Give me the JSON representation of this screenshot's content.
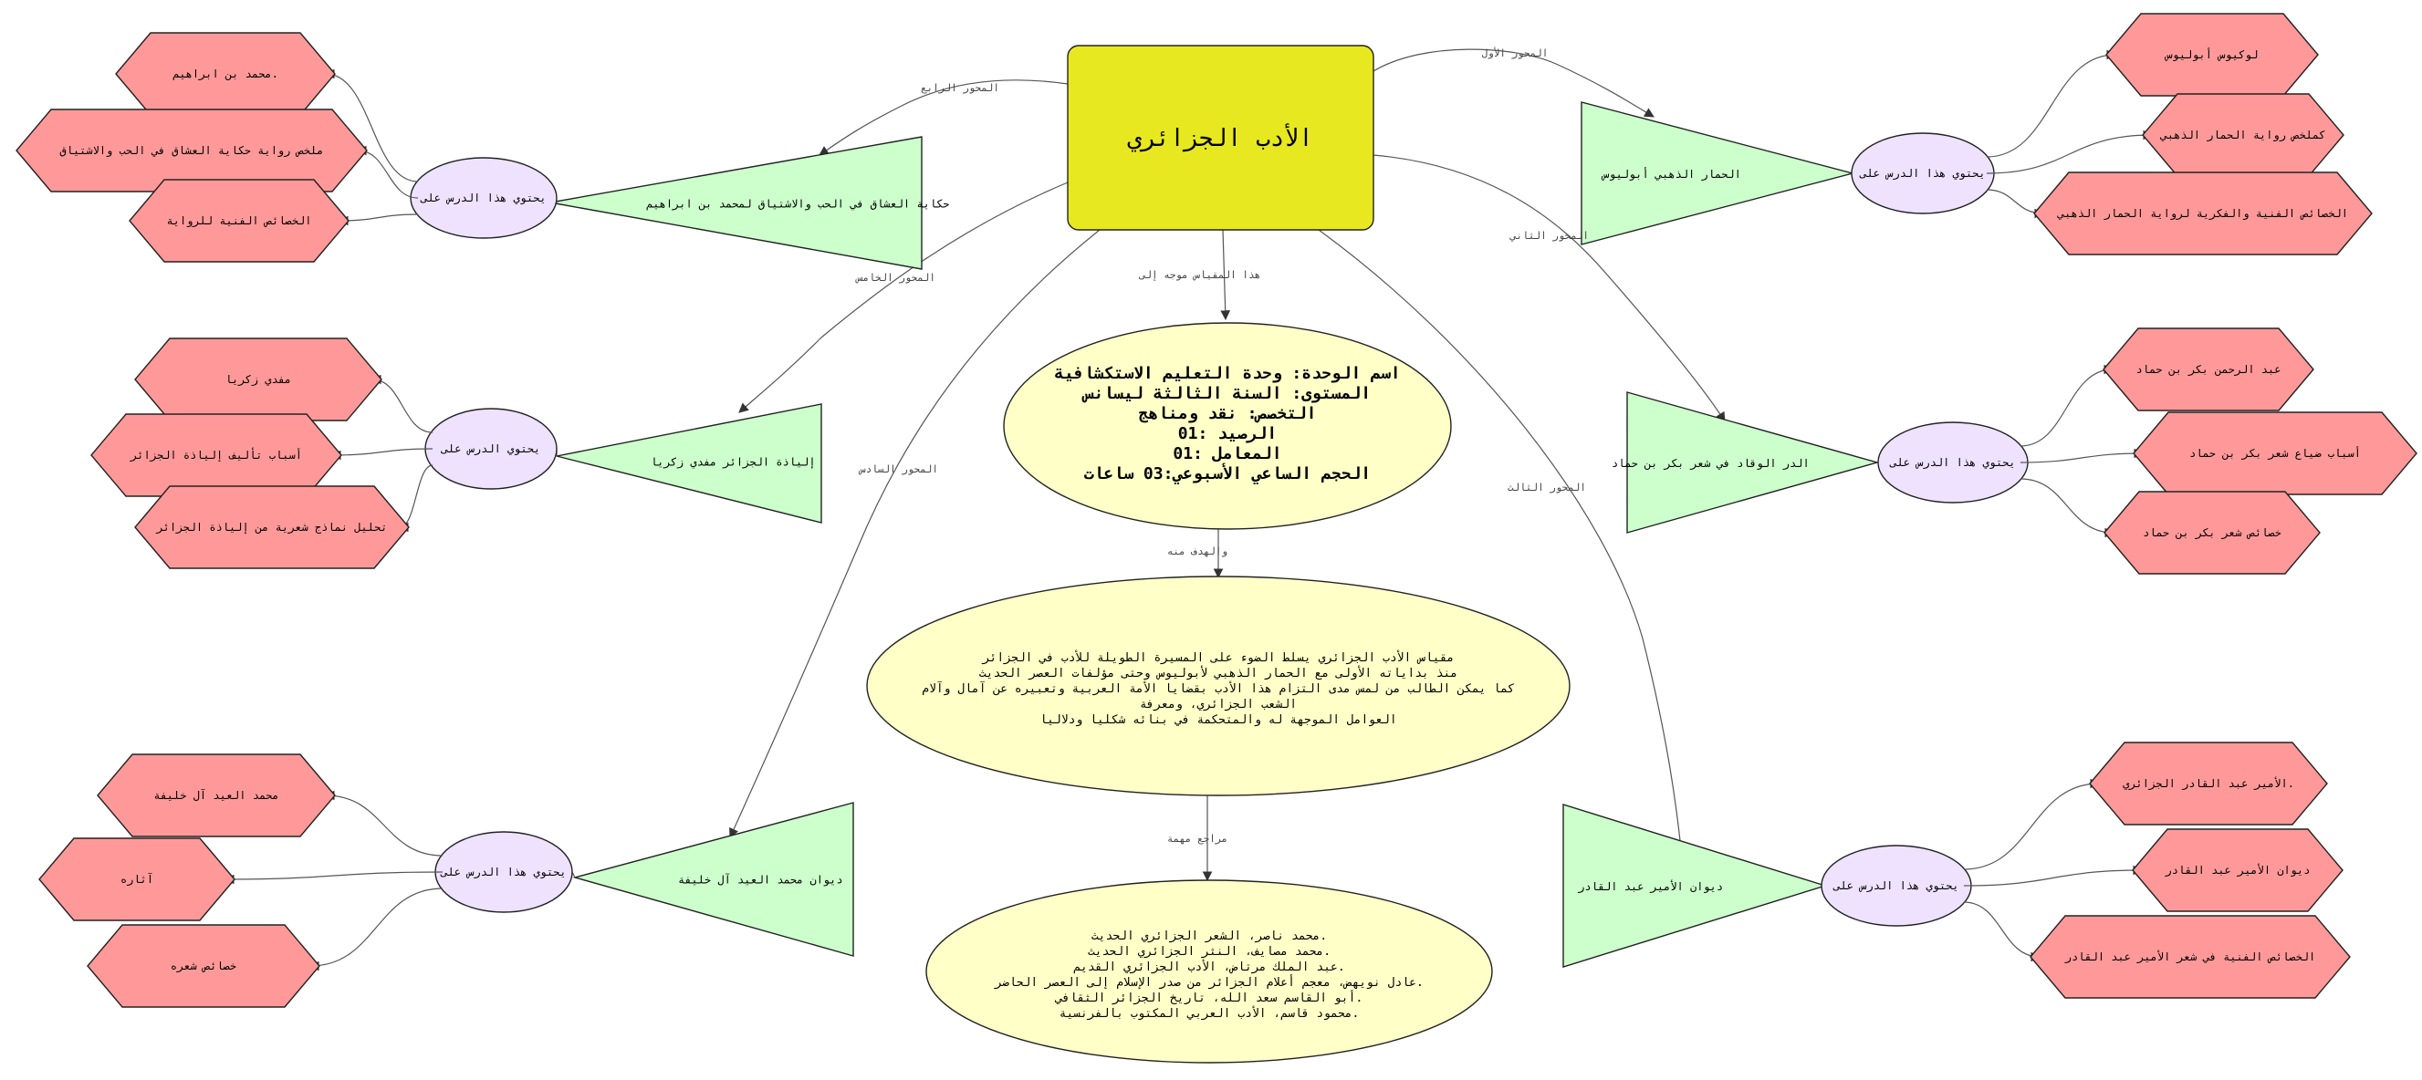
{
  "colors": {
    "main": "#e8e820",
    "ellipse": "#ffffc8",
    "triangle": "#ccffcc",
    "hexagon": "#ff9999",
    "content": "#eee2ff"
  },
  "main_title": "الأدب الجزائري",
  "info": {
    "lines": [
      "اسم الوحدة: وحدة التعليم الاستكشافية",
      "المستوى: السنة الثالثة ليسانس",
      "التخصص: نقد ومناهج",
      "الرصيد :01",
      "المعامل :01",
      "الحجم  الساعي الأسبوعي:03 ساعات"
    ]
  },
  "goal": {
    "lines": [
      "مقياس الأدب الجزائري يسلط الضوء على المسيرة الطويلة للأدب في الجزائر",
      "منذ بداياته الأولى مع الحمار الذهبي لأبوليوس وحتى مؤلفات العصر الحديث",
      "كما يمكن الطالب من لمس مدى التزام هذا الأدب بقضايا الأمة العربية وتعبيره عن آمال وآلام",
      "الشعب الجزائري، ومعرفة",
      "العوامل الموجهة له والمتحكمة في بنائه شكليا ودلاليا"
    ]
  },
  "references": {
    "lines": [
      "محمد ناصر، الشعر الجزائري الحديث.",
      "محمد مصايف، النثر الجزائري الحديث.",
      "عبد الملك مرتاض، الأدب الجزائري القديم.",
      "عادل نويهض، معجم أعلام الجزائر من صدر الإسلام إلى العصر الحاضر.",
      "أبو القاسم سعد الله، تاريخ الجزائر الثقافي.",
      "محمود قاسم، الأدب العربي المكتوب بالفرنسية."
    ]
  },
  "edge_labels": {
    "main_to_info": "هذا المقياس موجه إلى",
    "info_to_goal": "والهدف منه",
    "goal_to_refs": "مراجع مهمة"
  },
  "contains_label": "يحتوي هذا الدرس على",
  "axes": [
    {
      "label": "المحور الأول",
      "title": "الحمار الذهبي أبوليوس",
      "contains": "يحتوي هذا الدرس على",
      "topics": [
        "لوكيوس أبوليوس",
        "كملخص رواية الحمار الذهبي",
        "الخصائص الفنية والفكرية لرواية الحمار الذهبي"
      ]
    },
    {
      "label": "المحور الثاني",
      "title": "الدر الوقاد في شعر بكر بن حماد",
      "contains": "يحتوي هذا الدرس على",
      "topics": [
        "عبد الرحمن بكر بن حماد",
        "أسباب ضياع شعر بكر بن حماد",
        "خصائص شعر بكر بن حماد"
      ]
    },
    {
      "label": "المحور الثالث",
      "title": "ديوان الأمير عبد القادر",
      "contains": "يحتوي هذا الدرس على",
      "topics": [
        "الأمير عبد القادر الجزائري.",
        "ديوان الأمير عبد القادر",
        "الخصائص الفنية في شعر الأمير عبد القادر"
      ]
    },
    {
      "label": "المحور الرابع",
      "title": "حكاية العشاق في الحب والاشتياق لمحمد بن ابراهيم",
      "contains": "يحتوي هذا الدرس على",
      "topics": [
        "محمد بن ابراهيم.",
        "ملخص رواية حكاية العشاق في الحب والاشتياق",
        "الخصائص الفنية للرواية"
      ]
    },
    {
      "label": "المحور الخامس",
      "title": "إلياذة الجزائر مفدي زكريا",
      "contains": "يحتوي الدرس على",
      "topics": [
        "مفدي زكريا",
        "أسباب تأليف إلياذة الجزائر",
        "تحليل نماذج شعرية من إلياذة الجزائر"
      ]
    },
    {
      "label": "المحور السادس",
      "title": "ديوان محمد العيد آل خليفة",
      "contains": "يحتوي هذا الدرس على",
      "topics": [
        "محمد العيد آل خليفة",
        "آثاره",
        "خصائص شعره"
      ]
    }
  ]
}
